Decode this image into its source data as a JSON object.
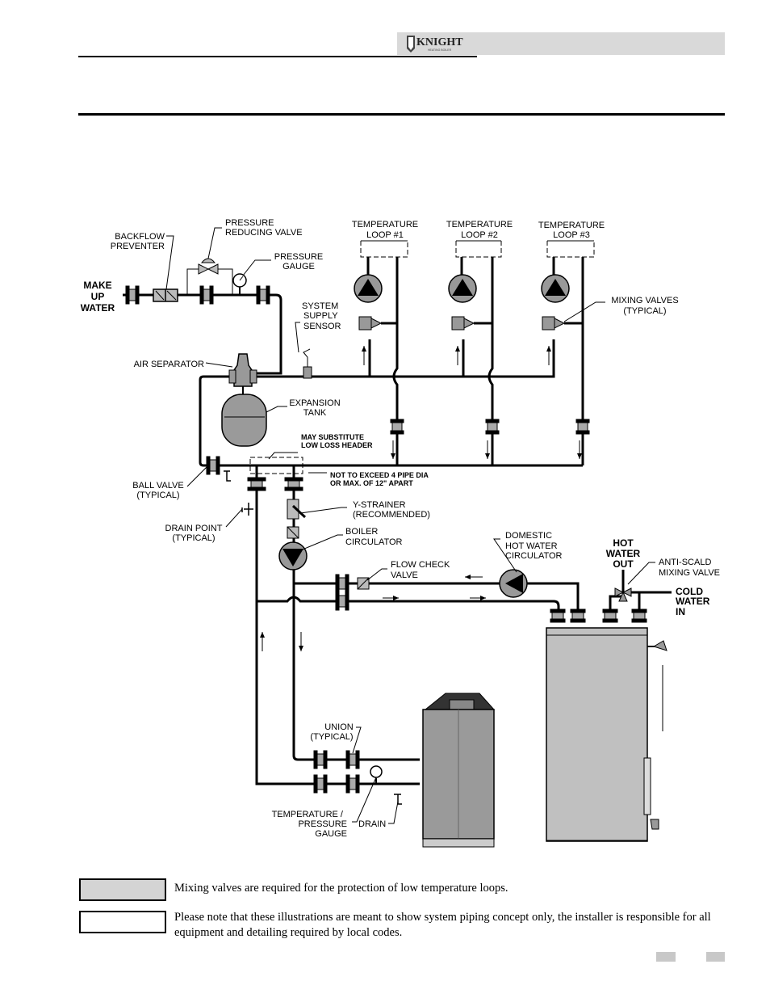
{
  "header": {
    "brand": "KNIGHT",
    "brand_sub": "HEATING BOILER"
  },
  "diagram": {
    "make_up_water": [
      "MAKE",
      "UP",
      "WATER"
    ],
    "backflow_preventer": [
      "BACKFLOW",
      "PREVENTER"
    ],
    "pressure_reducing_valve": [
      "PRESSURE",
      "REDUCING VALVE"
    ],
    "pressure_gauge": [
      "PRESSURE",
      "GAUGE"
    ],
    "system_supply_sensor": [
      "SYSTEM",
      "SUPPLY",
      "SENSOR"
    ],
    "air_separator": "AIR SEPARATOR",
    "expansion_tank": [
      "EXPANSION",
      "TANK"
    ],
    "temp_loops": [
      [
        "TEMPERATURE",
        "LOOP #1"
      ],
      [
        "TEMPERATURE",
        "LOOP #2"
      ],
      [
        "TEMPERATURE",
        "LOOP #3"
      ]
    ],
    "mixing_valves": [
      "MIXING VALVES",
      "(TYPICAL)"
    ],
    "low_loss_header": [
      "MAY SUBSTITUTE",
      "LOW LOSS HEADER"
    ],
    "pipe_spacing": [
      "NOT TO EXCEED 4  PIPE DIA",
      "OR MAX. OF 12\" APART"
    ],
    "ball_valve": [
      "BALL VALVE",
      "(TYPICAL)"
    ],
    "y_strainer": [
      "Y-STRAINER",
      "(RECOMMENDED)"
    ],
    "drain_point": [
      "DRAIN POINT",
      "(TYPICAL)"
    ],
    "boiler_circulator": [
      "BOILER",
      "CIRCULATOR"
    ],
    "domestic_circulator": [
      "DOMESTIC",
      "HOT WATER",
      "CIRCULATOR"
    ],
    "hot_water_out": [
      "HOT",
      "WATER",
      "OUT"
    ],
    "anti_scald": [
      "ANTI-SCALD",
      "MIXING VALVE"
    ],
    "cold_water_in": [
      "COLD",
      "WATER",
      "IN"
    ],
    "flow_check_valve": [
      "FLOW CHECK",
      "VALVE"
    ],
    "union": [
      "UNION",
      "(TYPICAL)"
    ],
    "temp_pressure_gauge": [
      "TEMPERATURE /",
      "PRESSURE",
      "GAUGE"
    ],
    "drain": "DRAIN"
  },
  "notes": [
    {
      "text": "Mixing valves are required for the protection of low temperature loops."
    },
    {
      "text": "Please note that these illustrations are meant to show system piping concept only, the installer is responsible for all equipment and detailing required by local codes."
    }
  ],
  "colors": {
    "header_band": "#d9d9d9",
    "equipment_gray": "#9a9a9a",
    "tank_gray": "#c0c0c0",
    "caution_box": "#d4d4d4"
  }
}
